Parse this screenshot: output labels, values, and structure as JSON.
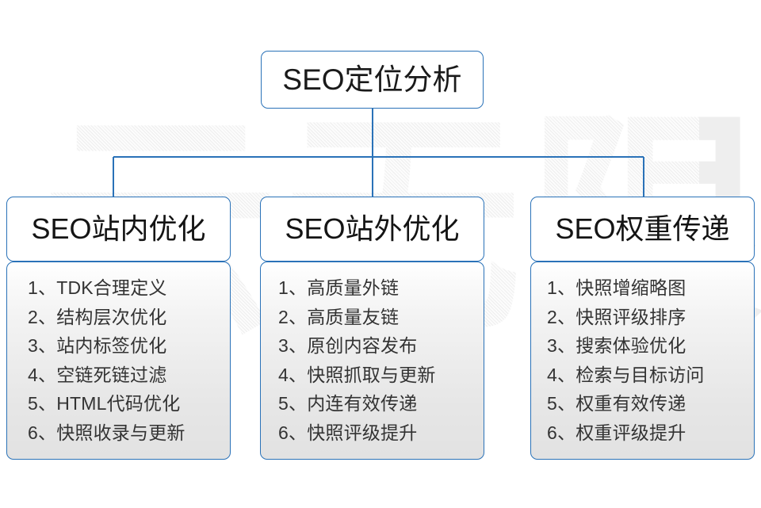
{
  "watermark": {
    "text": "云无限"
  },
  "root": {
    "label": "SEO定位分析"
  },
  "colors": {
    "border_blue": "#2a72b8",
    "connector_blue": "#2a72b8",
    "text_dark": "#1a1a1a",
    "list_text": "#333333",
    "body_fill_top": "#ffffff",
    "body_fill_bottom": "#e2e2e2",
    "watermark_grey": "#eeeeee"
  },
  "columns": [
    {
      "header": "SEO站内优化",
      "items": [
        "1、TDK合理定义",
        "2、结构层次优化",
        "3、站内标签优化",
        "4、空链死链过滤",
        "5、HTML代码优化",
        "6、快照收录与更新"
      ]
    },
    {
      "header": "SEO站外优化",
      "items": [
        "1、高质量外链",
        "2、高质量友链",
        "3、原创内容发布",
        "4、快照抓取与更新",
        "5、内连有效传递",
        "6、快照评级提升"
      ]
    },
    {
      "header": "SEO权重传递",
      "items": [
        "1、快照增缩略图",
        "2、快照评级排序",
        "3、搜索体验优化",
        "4、检索与目标访问",
        "5、权重有效传递",
        "6、权重评级提升"
      ]
    }
  ]
}
